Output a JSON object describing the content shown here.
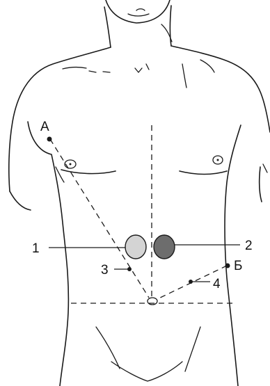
{
  "labels": {
    "point_a": "А",
    "point_b": "Б",
    "marker_1": "1",
    "marker_2": "2",
    "marker_3": "3",
    "marker_4": "4"
  },
  "colors": {
    "marker_1_fill": "#d4d4d4",
    "marker_2_fill": "#6d6d6d",
    "line": "#1a1a1a",
    "background": "#ffffff"
  }
}
